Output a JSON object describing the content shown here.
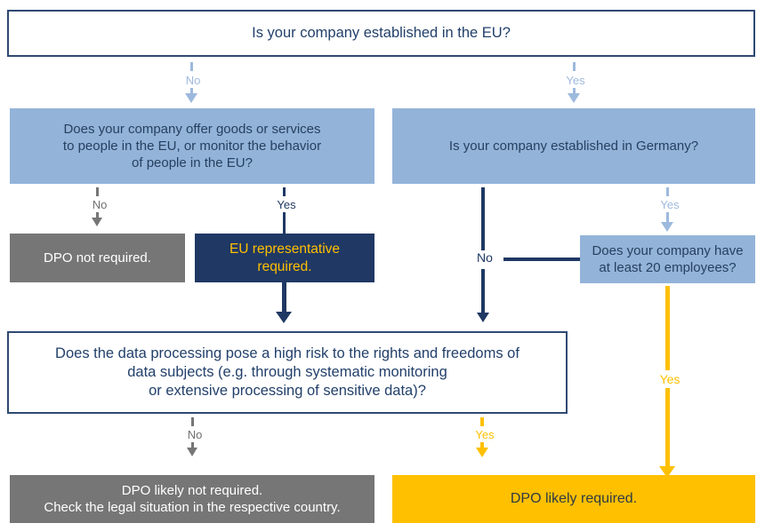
{
  "diagram": {
    "title": "DPO requirement decision flowchart",
    "colors": {
      "question_border": "#2e4a72",
      "question_text": "#22406b",
      "blue_box": "#93b3d9",
      "gray_box": "#767676",
      "navy_box": "#1f3864",
      "amber_box": "#ffc000",
      "light_blue_connector": "#9db9dd",
      "navy_connector": "#1f3864",
      "gray_connector": "#767676",
      "amber_connector": "#ffc000"
    },
    "nodes": {
      "q_established_eu": "Is your company established in the EU?",
      "q_offer_goods": "Does your company offer goods or services\nto people in the EU, or monitor the behavior\nof people in the EU?",
      "q_established_germany": "Is your company established in Germany?",
      "r_dpo_not_required": "DPO not required.",
      "r_eu_representative": "EU representative\nrequired.",
      "q_20_employees": "Does your company have\nat least 20 employees?",
      "q_high_risk": "Does the data processing pose a high risk to the rights and freedoms of\ndata subjects (e.g. through systematic monitoring\nor extensive processing of sensitive data)?",
      "r_dpo_likely_not_required": "DPO likely not required.\nCheck the legal situation in the respective country.",
      "r_dpo_likely_required": "DPO likely required."
    },
    "edges": {
      "eu_no": "No",
      "eu_yes": "Yes",
      "offer_no": "No",
      "offer_yes": "Yes",
      "germany_no": "No",
      "germany_yes": "Yes",
      "risk_no": "No",
      "risk_yes": "Yes",
      "employees_yes": "Yes"
    }
  }
}
